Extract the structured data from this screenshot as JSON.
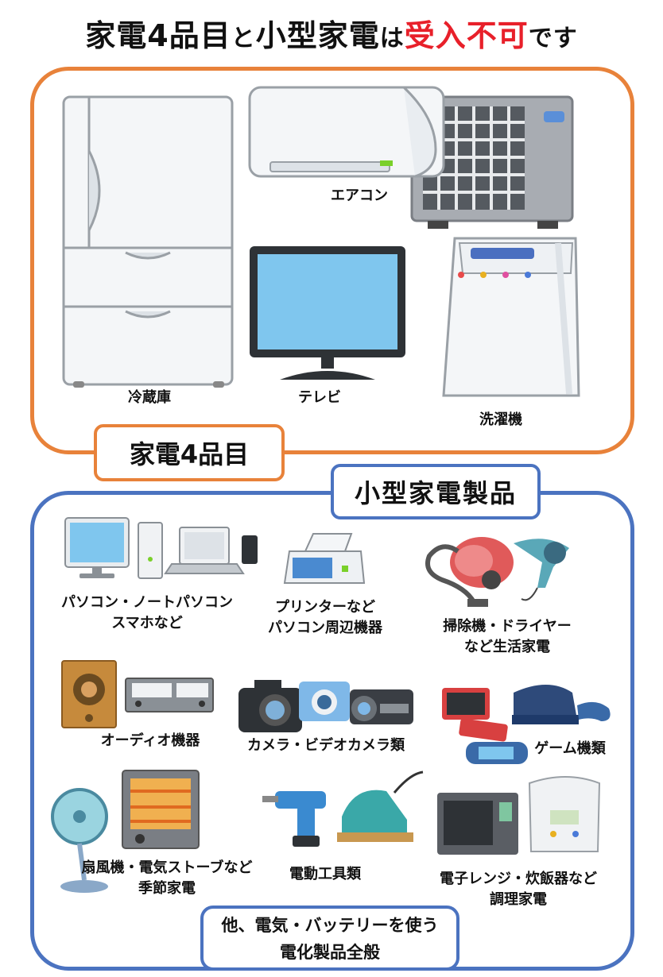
{
  "title": {
    "part1": "家電4品目",
    "part2": "と",
    "part3": "小型家電",
    "part4": "は",
    "part5": "受入不可",
    "part6": "です"
  },
  "big4": {
    "label": "家電4品目",
    "items": [
      {
        "name": "エアコン",
        "icon": "air-conditioner-icon"
      },
      {
        "name": "冷蔵庫",
        "icon": "refrigerator-icon"
      },
      {
        "name": "テレビ",
        "icon": "tv-icon"
      },
      {
        "name": "洗濯機",
        "icon": "washing-machine-icon"
      }
    ]
  },
  "small": {
    "label": "小型家電製品",
    "items": [
      {
        "line1": "パソコン・ノートパソコン",
        "line2": "スマホなど",
        "icon": "computer-icon"
      },
      {
        "line1": "プリンターなど",
        "line2": "パソコン周辺機器",
        "icon": "printer-icon"
      },
      {
        "line1": "掃除機・ドライヤー",
        "line2": "など生活家電",
        "icon": "vacuum-dryer-icon"
      },
      {
        "line1": "オーディオ機器",
        "icon": "audio-icon"
      },
      {
        "line1": "カメラ・ビデオカメラ類",
        "icon": "camera-icon"
      },
      {
        "line1": "ゲーム機類",
        "icon": "game-console-icon"
      },
      {
        "line1": "扇風機・電気ストーブなど",
        "line2": "季節家電",
        "icon": "fan-heater-icon"
      },
      {
        "line1": "電動工具類",
        "icon": "power-tool-icon"
      },
      {
        "line1": "電子レンジ・炊飯器など",
        "line2": "調理家電",
        "icon": "microwave-icon"
      }
    ],
    "footer": {
      "line1": "他、電気・バッテリーを使う",
      "line2": "電化製品全般"
    }
  },
  "colors": {
    "orange": "#e8823a",
    "blue": "#4b73c0",
    "red": "#e8202a"
  }
}
